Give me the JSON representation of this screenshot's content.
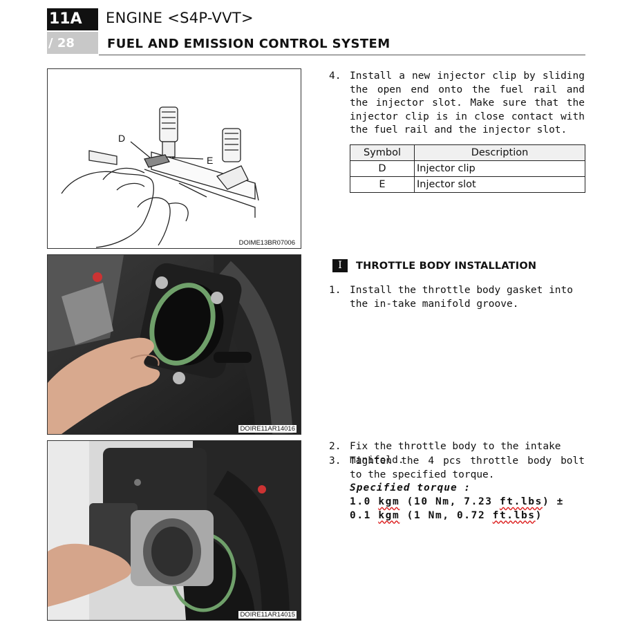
{
  "header": {
    "chapter": "11A",
    "page": "/ 28",
    "title": "ENGINE <S4P-VVT>",
    "section": "FUEL AND EMISSION CONTROL SYSTEM"
  },
  "figures": [
    {
      "code": "DOIME13BR07006",
      "labels": [
        "D",
        "E"
      ]
    },
    {
      "code": "DOIRE11AR14016"
    },
    {
      "code": "DOIRE11AR14015"
    }
  ],
  "step4": {
    "num": "4.",
    "text": "Install a new injector clip by sliding the open end onto the fuel rail and the injector slot. Make sure that the injector clip is in close contact with the fuel rail and the injector slot."
  },
  "symbol_table": {
    "headers": [
      "Symbol",
      "Description"
    ],
    "rows": [
      [
        "D",
        "Injector clip"
      ],
      [
        "E",
        "Injector slot"
      ]
    ]
  },
  "section_i": {
    "marker": "I",
    "title": "THROTTLE BODY INSTALLATION"
  },
  "step1": {
    "num": "1.",
    "text": "Install the throttle body gasket into the in-take manifold groove."
  },
  "step2": {
    "num": "2.",
    "text": "Fix the throttle body to the intake manifold."
  },
  "step3": {
    "num": "3.",
    "text": "Tighten the 4 pcs throttle body bolt to the specified torque.",
    "torque_label": "Specified torque :",
    "torque_parts": [
      "1.0 ",
      "kgm",
      " (10 Nm, 7.23 ",
      "ft.lbs",
      ") ± 0.1 ",
      "kgm",
      " (1 Nm, 0.72 ",
      "ft.lbs",
      ")"
    ]
  }
}
